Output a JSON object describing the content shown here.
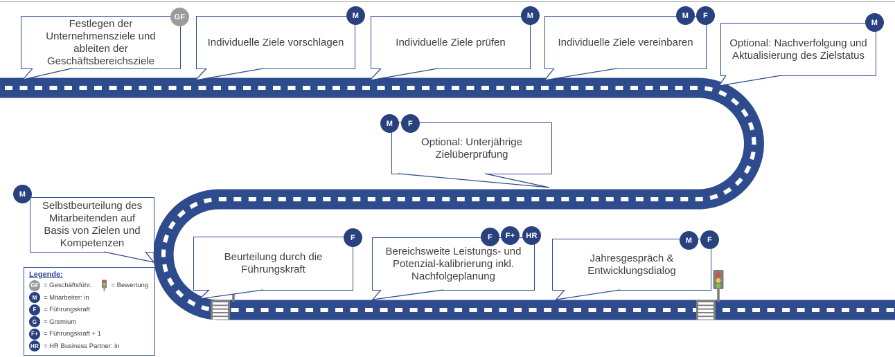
{
  "colors": {
    "road": "#2e4b8e",
    "callout_border": "#2e4b8e",
    "badge_blue": "#2a4180",
    "badge_gray": "#9b9b9b",
    "text": "#3e3e3e",
    "signal_gray": "#7f7f7f",
    "light_red": "#de4b4b",
    "light_amber": "#eec733",
    "light_green": "#83bb52"
  },
  "steps": [
    {
      "label": "Festlegen der Unternehmensziele und ableiten der Geschäftsbereichsziele",
      "badges": [
        "GF"
      ]
    },
    {
      "label": "Individuelle Ziele vorschlagen",
      "badges": [
        "M"
      ]
    },
    {
      "label": "Individuelle Ziele prüfen",
      "badges": [
        "M"
      ]
    },
    {
      "label": "Individuelle Ziele vereinbaren",
      "badges": [
        "M",
        "F"
      ]
    },
    {
      "label": "Optional: Nachverfolgung und Aktualisierung des Zielstatus",
      "badges": [
        "M"
      ]
    },
    {
      "label": "Optional: Unterjährige Zielüberprüfung",
      "badges": [
        "M",
        "F"
      ]
    },
    {
      "label": "Selbstbeurteilung des Mitarbeitenden auf Basis von Zielen und Kompetenzen",
      "badges": [
        "M"
      ]
    },
    {
      "label": "Beurteilung durch die Führungskraft",
      "badges": [
        "F"
      ]
    },
    {
      "label": "Bereichsweite Leistungs- und Potenzial-kalibrierung inkl. Nachfolgeplanung",
      "badges": [
        "F",
        "F+",
        "HR"
      ]
    },
    {
      "label": "Jahresgespräch & Entwicklungsdialog",
      "badges": [
        "M",
        "F"
      ]
    }
  ],
  "legend": {
    "title": "Legende:",
    "items": [
      {
        "badge": "GF",
        "label": "= Geschäftsführ."
      },
      {
        "badge": "M",
        "label": "= Mitarbeiter: in"
      },
      {
        "badge": "F",
        "label": "= Führungskraft"
      },
      {
        "badge": "G",
        "label": "= Gremium"
      },
      {
        "badge": "F+",
        "label": "= Führungskraft + 1"
      },
      {
        "badge": "HR",
        "label": "= HR Business Partner: in"
      }
    ],
    "traffic_light_label": "= Bewertung"
  }
}
